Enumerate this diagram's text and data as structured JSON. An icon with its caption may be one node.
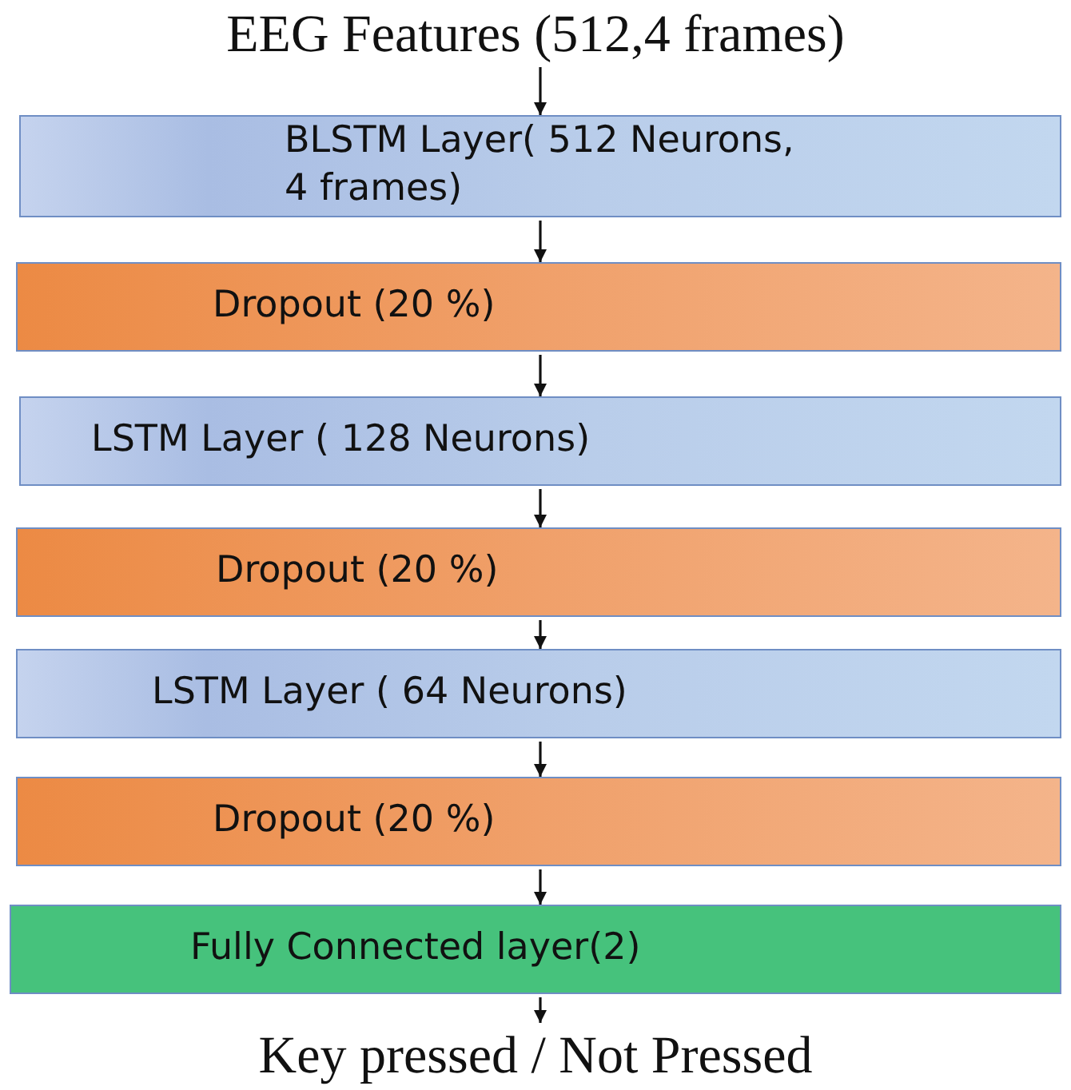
{
  "diagram": {
    "nodes": [
      {
        "text": [
          "EEG Features (512,4 frames)"
        ]
      },
      {
        "text": [
          "BLSTM Layer( 512 Neurons, 4 frames)"
        ]
      },
      {
        "text": [
          "Dropout (20 %)"
        ]
      },
      {
        "text": [
          "LSTM Layer ( 128 Neurons)"
        ]
      },
      {
        "text": [
          "Dropout (20 %)"
        ]
      },
      {
        "text": [
          "LSTM Layer ( 64 Neurons)"
        ]
      },
      {
        "text": [
          "Dropout (20 %)"
        ]
      },
      {
        "text": [
          "Fully Connected layer(2)"
        ]
      },
      {
        "text": [
          "Key pressed / Not Pressed"
        ]
      }
    ],
    "edges": [
      {
        "from": 0,
        "to": 1,
        "arrow": "to"
      },
      {
        "from": 1,
        "to": 2,
        "arrow": "to"
      },
      {
        "from": 2,
        "to": 3,
        "arrow": "to"
      },
      {
        "from": 3,
        "to": 4,
        "arrow": "to"
      },
      {
        "from": 4,
        "to": 5,
        "arrow": "to"
      },
      {
        "from": 5,
        "to": 6,
        "arrow": "to"
      },
      {
        "from": 6,
        "to": 7,
        "arrow": "to"
      },
      {
        "from": 7,
        "to": 8,
        "arrow": "to"
      }
    ]
  }
}
